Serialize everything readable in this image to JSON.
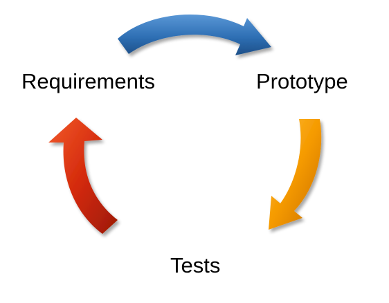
{
  "cycle": {
    "nodes": [
      {
        "id": "requirements",
        "label": "Requirements"
      },
      {
        "id": "prototype",
        "label": "Prototype"
      },
      {
        "id": "tests",
        "label": "Tests"
      }
    ],
    "arrows": [
      {
        "from": "requirements",
        "to": "prototype",
        "color": "#2e6fb4",
        "color_light": "#5a97d6",
        "color_dark": "#1d4f88"
      },
      {
        "from": "prototype",
        "to": "tests",
        "color": "#f59a00",
        "color_light": "#ffc03a",
        "color_dark": "#c96f00"
      },
      {
        "from": "tests",
        "to": "requirements",
        "color": "#d42a0c",
        "color_light": "#f25a2a",
        "color_dark": "#9c1a05"
      }
    ]
  }
}
